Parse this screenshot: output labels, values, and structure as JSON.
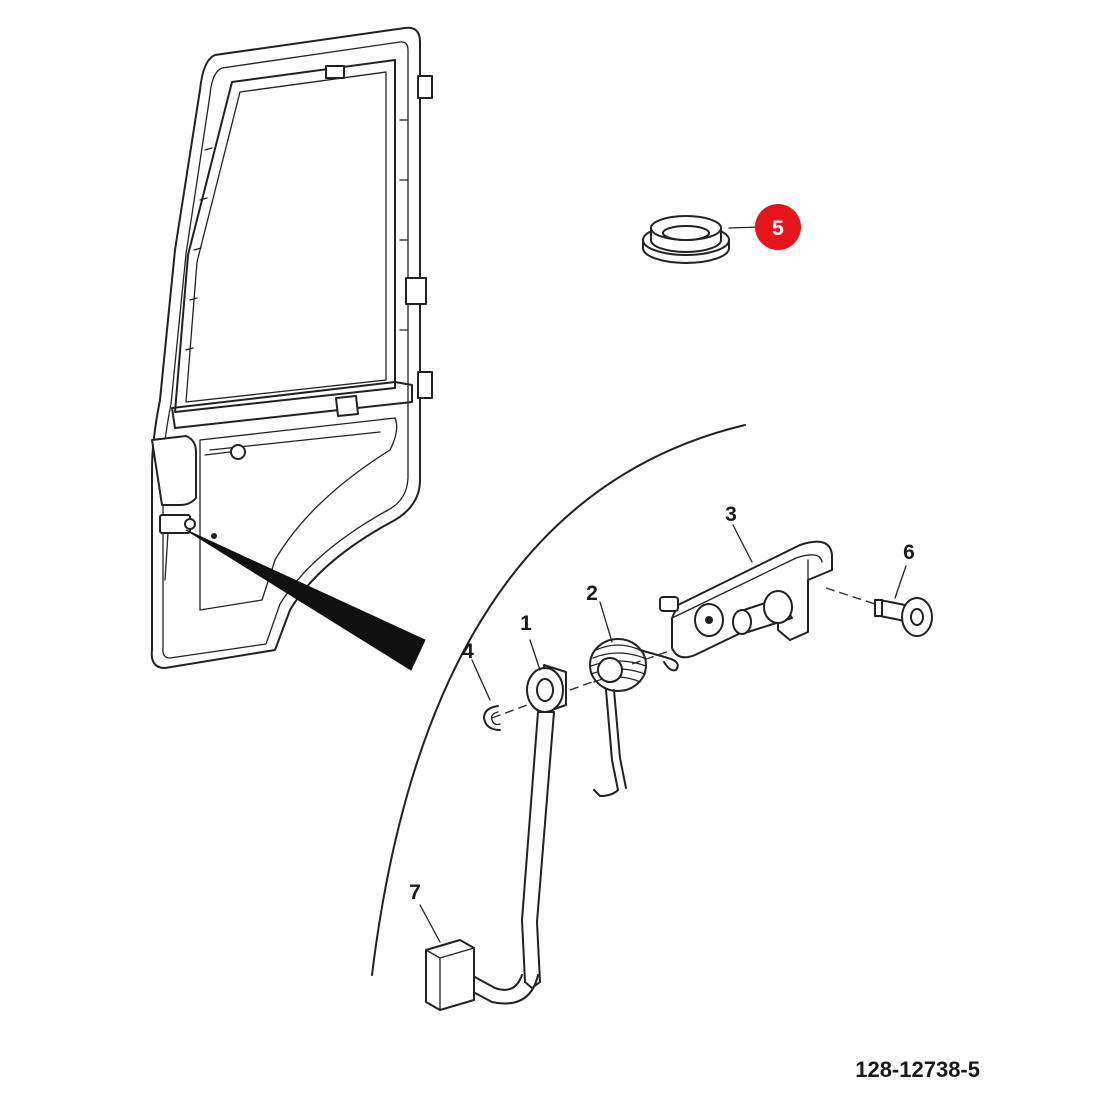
{
  "diagram": {
    "drawing_number": "128-12738-5",
    "highlight_color": "#e8141c",
    "callouts": [
      {
        "id": "callout-1",
        "label": "1",
        "highlighted": false
      },
      {
        "id": "callout-2",
        "label": "2",
        "highlighted": false
      },
      {
        "id": "callout-3",
        "label": "3",
        "highlighted": false
      },
      {
        "id": "callout-4",
        "label": "4",
        "highlighted": false
      },
      {
        "id": "callout-5",
        "label": "5",
        "highlighted": true
      },
      {
        "id": "callout-6",
        "label": "6",
        "highlighted": false
      },
      {
        "id": "callout-7",
        "label": "7",
        "highlighted": false
      }
    ]
  }
}
